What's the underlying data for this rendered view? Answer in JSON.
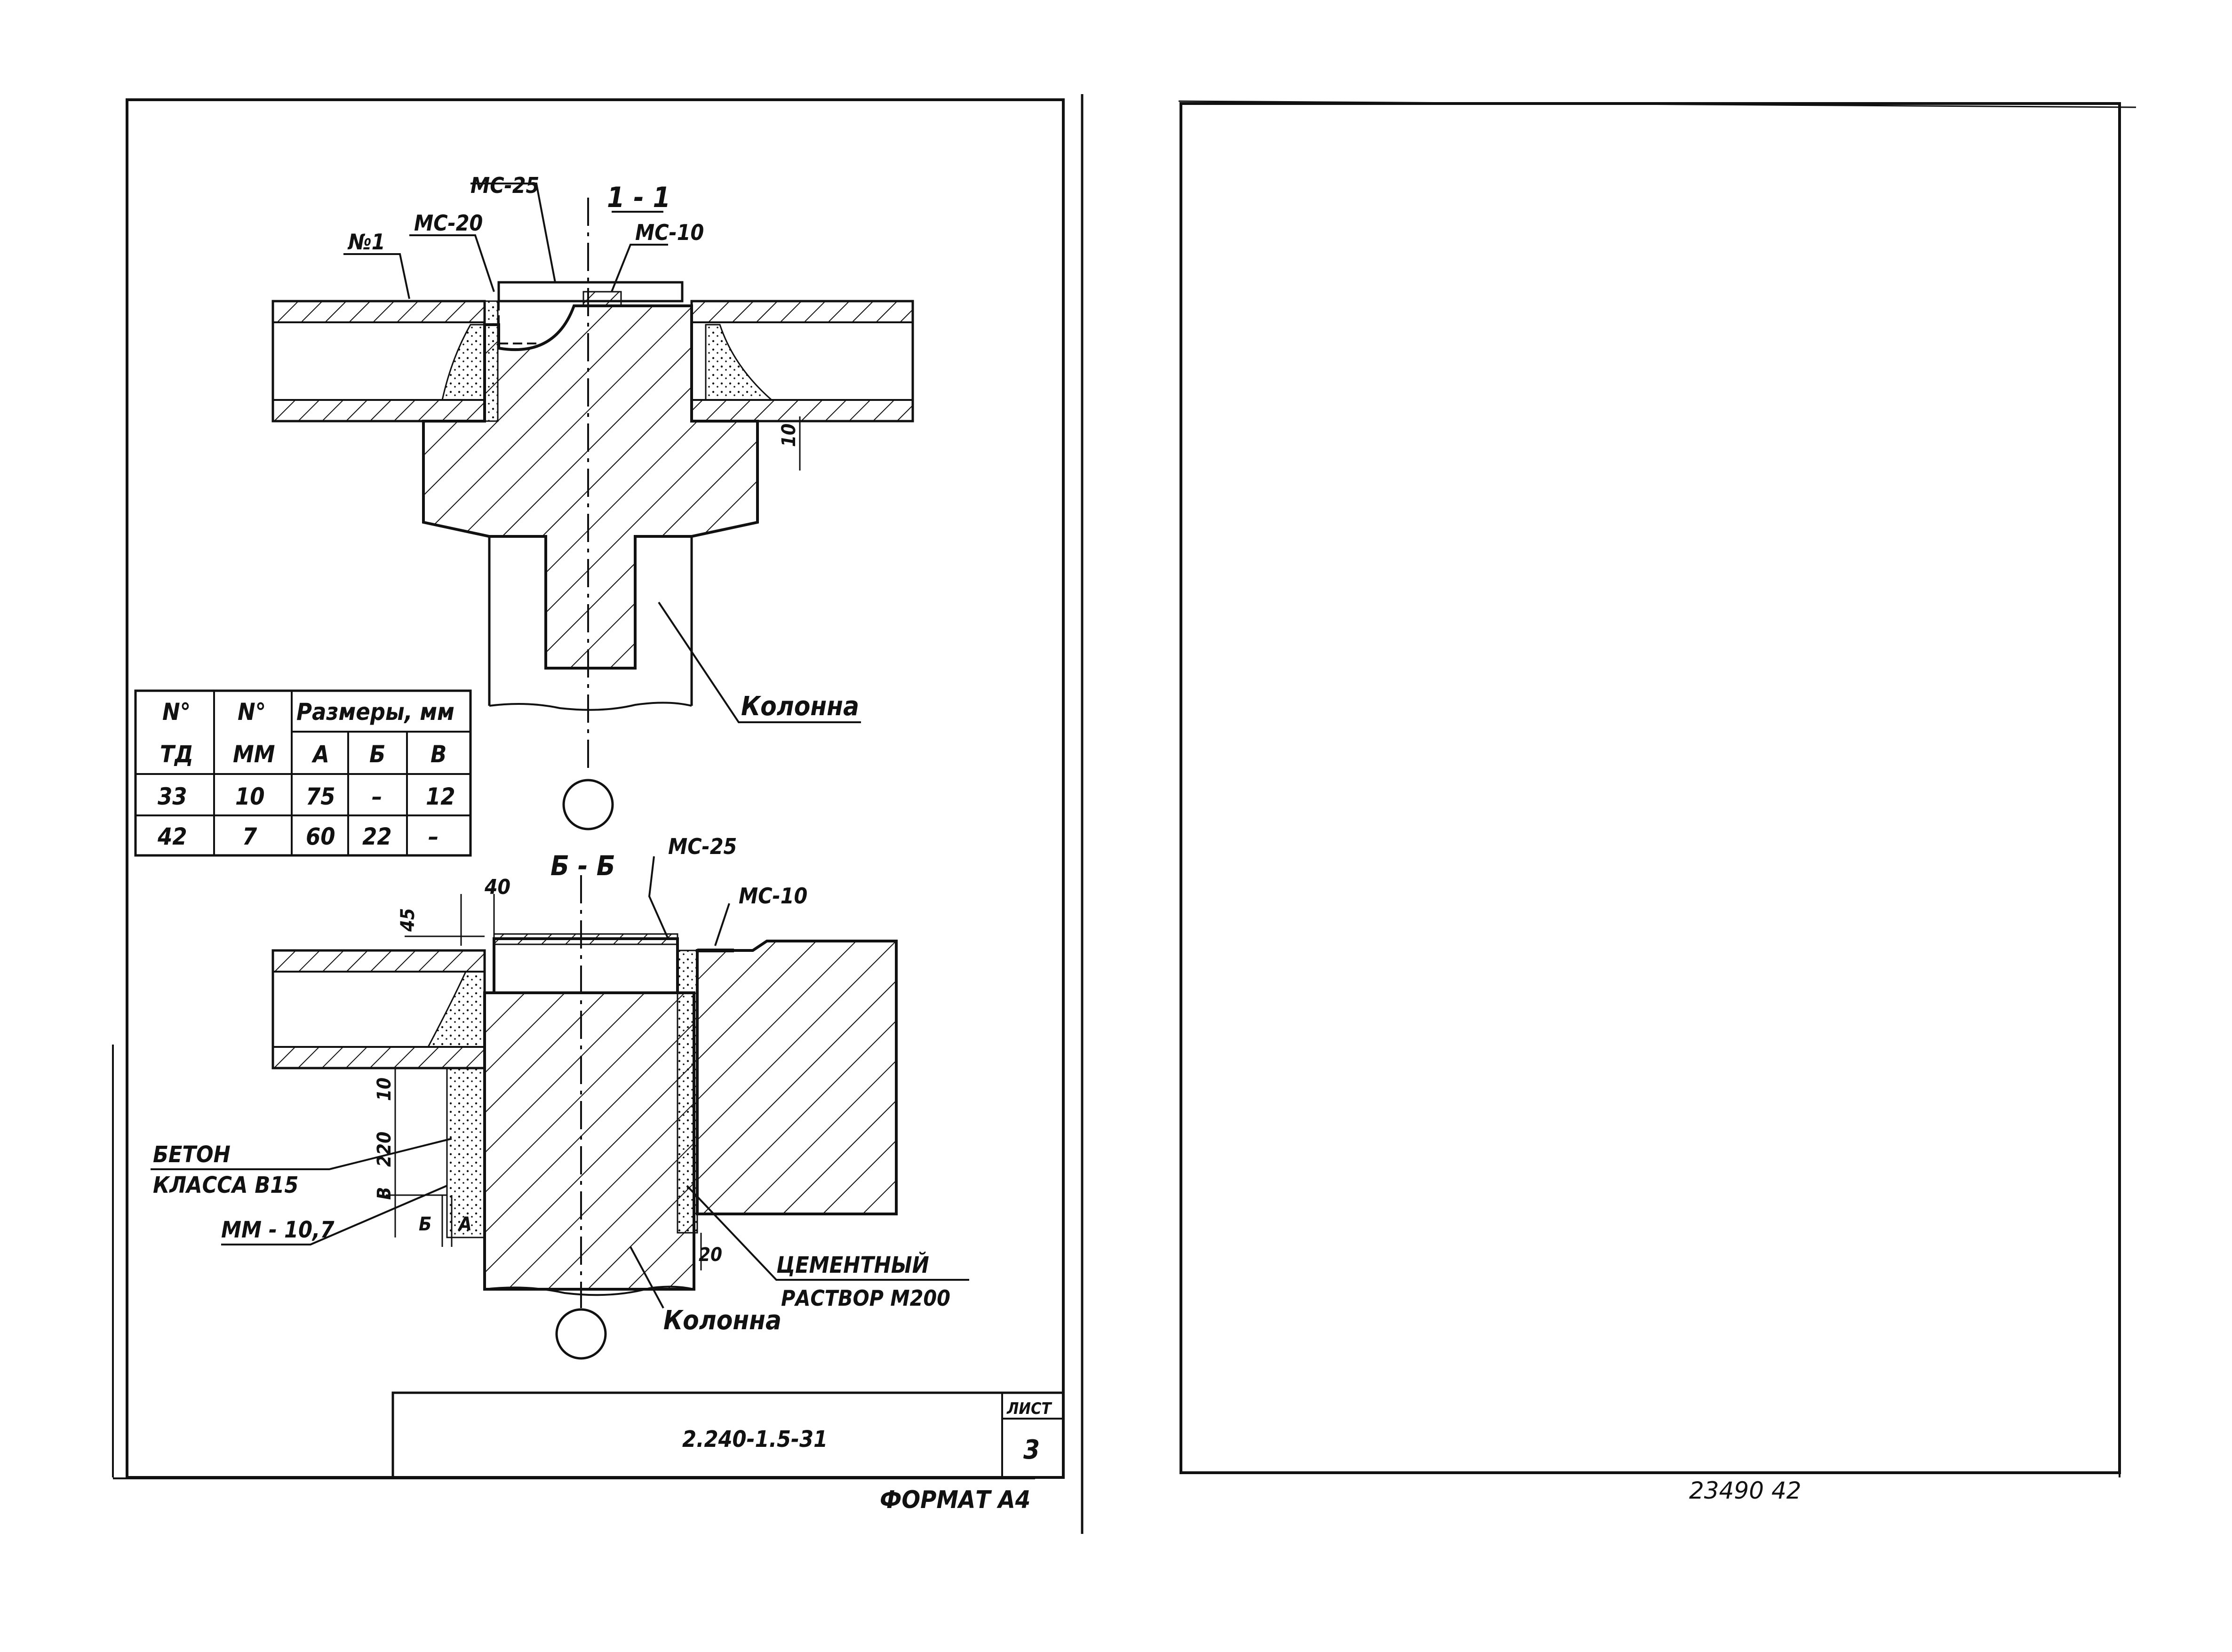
{
  "sheet_left": {
    "section_1": {
      "title": "1 - 1",
      "labels": {
        "n1": "№1",
        "mc20": "MC-20",
        "mc25": "MC-25",
        "mc10": "MC-10",
        "dim10": "10",
        "column": "Колонна"
      }
    },
    "table": {
      "headers": [
        "N°",
        "N°",
        "Размеры, мм"
      ],
      "subheaders": [
        "ТД",
        "ММ",
        "А",
        "Б",
        "В"
      ],
      "rows": [
        [
          "33",
          "10",
          "75",
          "–",
          "12"
        ],
        [
          "42",
          "7",
          "60",
          "22",
          "–"
        ]
      ]
    },
    "section_b": {
      "title": "Б - Б",
      "labels": {
        "dim45": "45",
        "dim40": "40",
        "mc25": "MC-25",
        "mc10": "MC-10",
        "dim10": "10",
        "dim220": "220",
        "dimB": "В",
        "dimBb": "Б",
        "dimA": "А",
        "dim20": "20",
        "concrete1": "БЕТОН",
        "concrete2": "КЛАССА В15",
        "mm": "ММ - 10,7",
        "cement1": "ЦЕМЕНТНЫЙ",
        "cement2": "РАСТВОР М200",
        "column": "Колонна"
      }
    },
    "title_block": {
      "code": "2.240-1.5-31",
      "sheet_label": "ЛИСТ",
      "sheet_number": "3"
    },
    "format": "ФОРМАТ А4"
  },
  "sheet_right": {
    "footer": "23490   42"
  }
}
